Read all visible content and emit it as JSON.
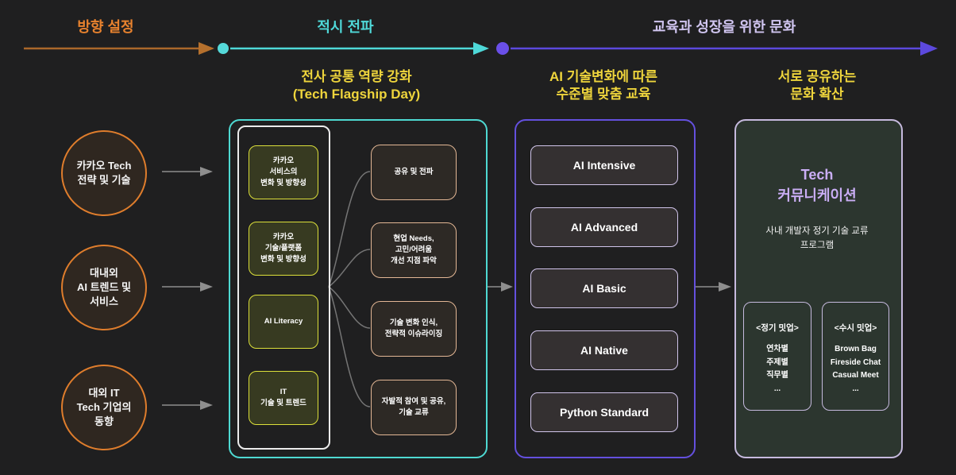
{
  "phases": [
    {
      "label": "방향 설정",
      "color": "#e8822e"
    },
    {
      "label": "적시 전파",
      "color": "#4fd9d9"
    },
    {
      "label": "교육과 성장을 위한 문화",
      "color": "#d0c5f0"
    }
  ],
  "sources": [
    {
      "label": "카카오 Tech\n전략 및 기술"
    },
    {
      "label": "대내외\nAI 트렌드 및\n서비스"
    },
    {
      "label": "대외 IT\nTech 기업의\n동향"
    }
  ],
  "flagship": {
    "title": "전사 공통 역량 강화\n(Tech Flagship Day)",
    "topics": [
      {
        "label": "카카오\n서비스의\n변화 및 방향성"
      },
      {
        "label": "카카오\n기술/플랫폼\n변화 및 방향성"
      },
      {
        "label": "AI Literacy"
      },
      {
        "label": "IT\n기술 및 트렌드"
      }
    ],
    "outcomes": [
      {
        "label": "공유 및 전파"
      },
      {
        "label": "현업 Needs,\n고민/어려움\n개선 지점 파악"
      },
      {
        "label": "기술 변화 인식,\n전략적 이슈라이징"
      },
      {
        "label": "자발적 참여 및 공유,\n기술 교류"
      }
    ]
  },
  "education": {
    "title": "AI 기술변화에 따른\n수준별 맞춤 교육",
    "levels": [
      "AI Intensive",
      "AI Advanced",
      "AI Basic",
      "AI Native",
      "Python Standard"
    ]
  },
  "culture": {
    "title": "서로 공유하는\n문화 확산",
    "program_name": "Tech\n커뮤니케이션",
    "program_desc": "사내 개발자 정기 기술 교류\n프로그램",
    "meetups": [
      {
        "title": "<정기 밋업>",
        "items": "연차별\n주제별\n직무별\n..."
      },
      {
        "title": "<수시 밋업>",
        "items": "Brown Bag\nFireside Chat\nCasual Meet\n..."
      }
    ]
  },
  "colors": {
    "background": "#1f1f20",
    "phase_direction_accent": "#b5702d",
    "phase_spread_accent": "#4ed8d8",
    "phase_culture_accent": "#5c49dd",
    "section_title_yellow": "#eed43c",
    "source_circle_border": "#df7d2c",
    "flagship_border": "#4ed9d2",
    "topic_border": "#dce03a",
    "outcome_border": "#e3b795",
    "education_border": "#6450de",
    "culture_border": "#c6bade",
    "culture_fill": "#2c362f",
    "connector_gray": "#8e8e8e"
  }
}
